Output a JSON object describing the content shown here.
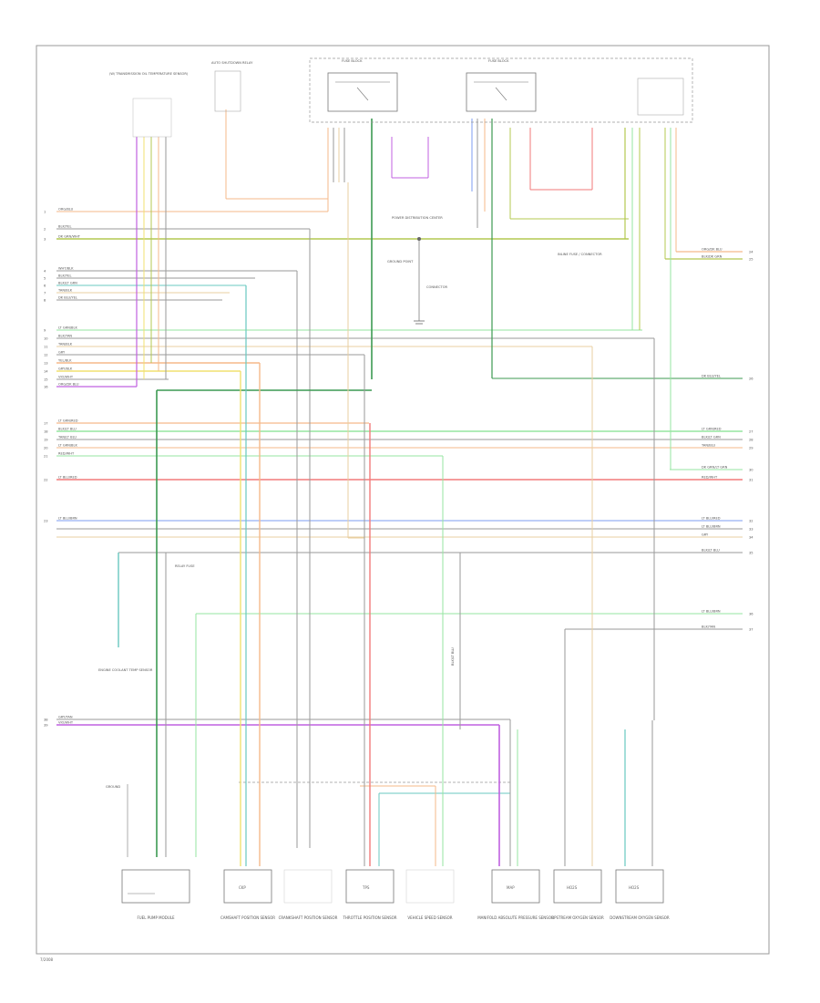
{
  "footer": {
    "code": "7/2008"
  },
  "colors": {
    "orange": "#f5b98a",
    "tan": "#e8cfa0",
    "yellow": "#f0e070",
    "pink": "#f29bb2",
    "red": "#f27a7a",
    "ltgreen": "#96e6a0",
    "dkgreen": "#3c9a52",
    "teal": "#68c8c0",
    "violet": "#c060e0",
    "olive": "#b4c850",
    "grey": "#9a9a9a",
    "blue": "#7e9ef0",
    "black": "#444444"
  },
  "top_components": {
    "pcm_group": "(W/ TRANSMISSION OIL TEMPERATURE SENSOR)",
    "relay_box_1": "AUTO SHUTDOWN RELAY",
    "fuse_block_1": "FUSE BLOCK",
    "fuse_block_2": "FUSE BLOCK"
  },
  "mid_components": {
    "power_distribution": "POWER DISTRIBUTION CENTER",
    "ground_point": "GROUND POINT",
    "connector": "CONNECTOR",
    "note_right": "INLINE FUSE / CONNECTOR"
  },
  "bottom_components": [
    {
      "id": "comp-1",
      "label": "FUEL PUMP MODULE"
    },
    {
      "id": "comp-2",
      "label": "CAMSHAFT POSITION SENSOR"
    },
    {
      "id": "comp-3",
      "label": "CRANKSHAFT POSITION SENSOR"
    },
    {
      "id": "comp-4",
      "label": "THROTTLE POSITION SENSOR"
    },
    {
      "id": "comp-5",
      "label": "VEHICLE SPEED SENSOR"
    },
    {
      "id": "comp-6",
      "label": "MANIFOLD ABSOLUTE PRESSURE SENSOR"
    },
    {
      "id": "comp-7",
      "label": "UPSTREAM OXYGEN SENSOR"
    },
    {
      "id": "comp-8",
      "label": "DOWNSTREAM OXYGEN SENSOR"
    }
  ],
  "bottom_box_marks": [
    "",
    "CKP",
    "",
    "TPS",
    "",
    "MAP",
    "HO2S",
    "HO2S"
  ],
  "left_wire_labels": [
    "ORG/BLU",
    "BLK/YEL",
    "DK GRN/WHT",
    "WHT/BLK",
    "BLK/YEL",
    "BLK/LT GRN",
    "TAN/BLK",
    "DK BLU/YEL",
    "LT GRN/BLK",
    "BLK/TAN",
    "TAN/BLK",
    "GRY",
    "YEL/BLK",
    "GRY/BLK",
    "VIO/WHT",
    "ORG/DK BLU",
    "LT GRN/RED",
    "BLK/LT BLU",
    "TAN/LT BLU",
    "LT GRN/BLK",
    "RED/WHT",
    "LT BLU/RED",
    "LT BLU/BRN"
  ],
  "left_wire_numbers": [
    "1",
    "2",
    "3",
    "4",
    "5",
    "6",
    "7",
    "8",
    "9",
    "10",
    "11",
    "12",
    "13",
    "14",
    "15",
    "16",
    "17",
    "18",
    "19",
    "20",
    "21",
    "22",
    "23"
  ],
  "right_wire_labels": [
    "ORG/DK BLU",
    "BLK/DK GRN",
    "DK BLU/YEL",
    "LT GRN/RED",
    "BLK/LT GRN",
    "TAN/BLU",
    "DK GRN/LT GRN",
    "RED/WHT",
    "LT BLU/RED",
    "LT BLU/BRN",
    "GRY",
    "BLK/LT BLU",
    "LT BLU/BRN",
    "BLK/TAN"
  ],
  "right_wire_numbers": [
    "24",
    "25",
    "26",
    "27",
    "28",
    "29",
    "30",
    "31",
    "32",
    "33",
    "34",
    "35",
    "36",
    "37"
  ],
  "lower_left_labels": [
    "GRY/TAN",
    "VIO/WHT"
  ],
  "lower_left_numbers": [
    "38",
    "39"
  ],
  "side_labels": {
    "left_component": "RELAY FUSE",
    "left_sensor": "ENGINE COOLANT TEMP SENSOR",
    "left_vertical": "BLK/LT BLU",
    "bottom_left_ground": "GROUND"
  }
}
